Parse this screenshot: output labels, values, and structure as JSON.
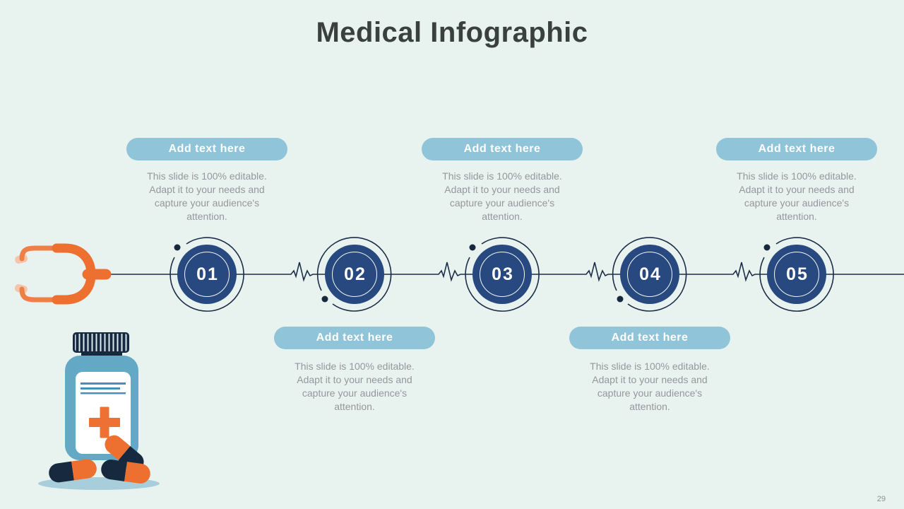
{
  "slide": {
    "title": "Medical Infographic",
    "page_number": "29"
  },
  "timeline": {
    "steps": [
      {
        "number": "01",
        "label": "Add text here",
        "description": "This slide is 100% editable. Adapt it to your needs and capture your audience's attention.",
        "text_position": "above"
      },
      {
        "number": "02",
        "label": "Add text here",
        "description": "This slide is 100% editable. Adapt it to your needs and capture your audience's attention.",
        "text_position": "below"
      },
      {
        "number": "03",
        "label": "Add text here",
        "description": "This slide is 100% editable. Adapt it to your needs and capture your audience's attention.",
        "text_position": "above"
      },
      {
        "number": "04",
        "label": "Add text here",
        "description": "This slide is 100% editable. Adapt it to your needs and capture your audience's attention.",
        "text_position": "below"
      },
      {
        "number": "05",
        "label": "Add text here",
        "description": "This slide is 100% editable. Adapt it to your needs and capture your audience's attention.",
        "text_position": "above"
      }
    ]
  },
  "decorations": {
    "left_icon": "stethoscope-icon",
    "bottom_left_icon": "medicine-bottle-with-pills-icon",
    "connector_style": "heartbeat-ecg-line"
  },
  "colors": {
    "background": "#e8f3ef",
    "circle_fill": "#27497f",
    "line_and_arcs": "#1b2e47",
    "dark_navy": "#16293f",
    "button_blue": "#8fc4d9",
    "accent_orange": "#ee7030",
    "ear_tip_pink": "#f6c3ab",
    "bottle_blue": "#63a8c5",
    "label_line_teal": "#4392b3",
    "shadow_blue": "#a9cedb",
    "title_text": "#3a403e",
    "body_text": "#94989b"
  }
}
